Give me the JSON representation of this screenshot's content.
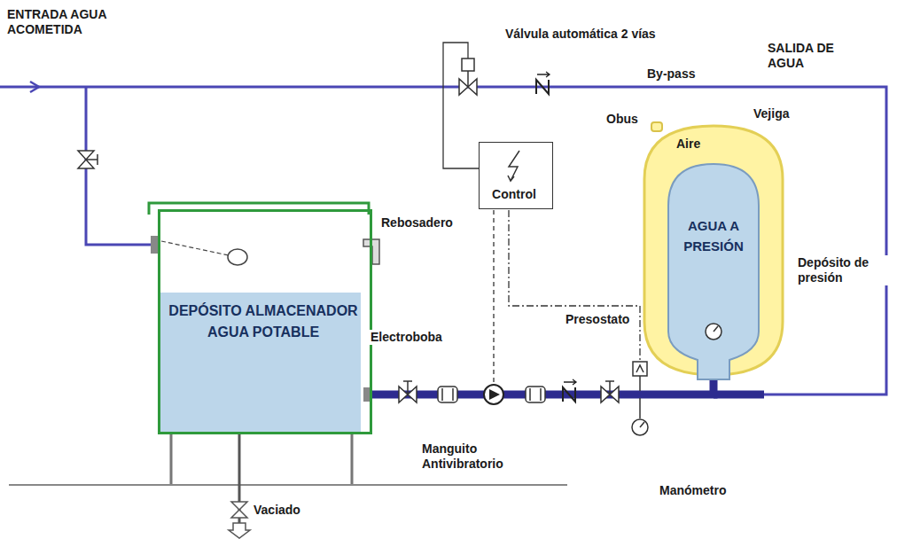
{
  "diagram": {
    "nodes": [
      {
        "text": [
          "DEPÓSITO ALMACENADOR AGUA POTABLE"
        ]
      },
      {
        "text": [
          "Control"
        ]
      },
      {
        "text": [
          "Aire"
        ]
      },
      {
        "text": [
          "AGUA A PRESIÓN"
        ],
        "in": 2
      }
    ],
    "edges": [
      {
        "from": 0,
        "to": 2,
        "arrow": "none"
      }
    ],
    "labels": [
      "ENTRADA AGUA ACOMETIDA",
      "Válvula automática 2 vías",
      "SALIDA DE AGUA",
      "By-pass",
      "Obus",
      "Vejiga",
      "Rebosadero",
      "Depósito de presión",
      "Electroboba",
      "Presostato",
      "Manguito Antivibratorio",
      "Manómetro",
      "Vaciado"
    ]
  }
}
